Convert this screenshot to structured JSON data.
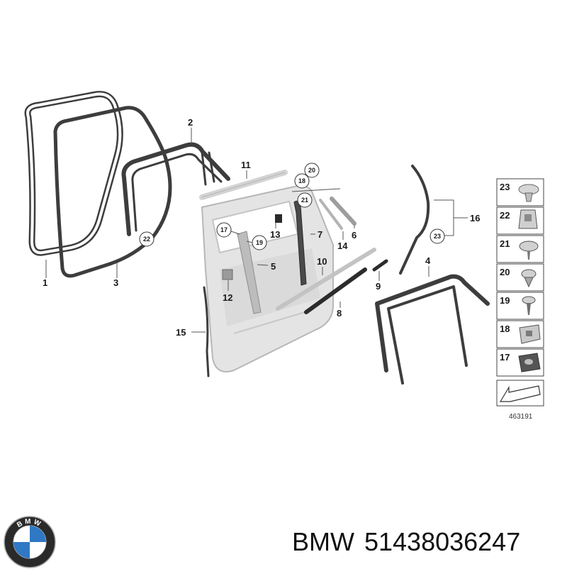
{
  "diagram": {
    "callouts": [
      "1",
      "2",
      "3",
      "4",
      "5",
      "6",
      "7",
      "8",
      "9",
      "10",
      "11",
      "12",
      "13",
      "14",
      "15",
      "16"
    ],
    "circled_callouts": [
      "17",
      "18",
      "19",
      "20",
      "21",
      "22",
      "23"
    ],
    "diagram_number": "463191"
  },
  "legend": {
    "items": [
      "23",
      "22",
      "21",
      "20",
      "19",
      "18",
      "17"
    ]
  },
  "footer": {
    "brand": "BMW",
    "part_number": "51438036247",
    "logo_letters": "BMW"
  }
}
